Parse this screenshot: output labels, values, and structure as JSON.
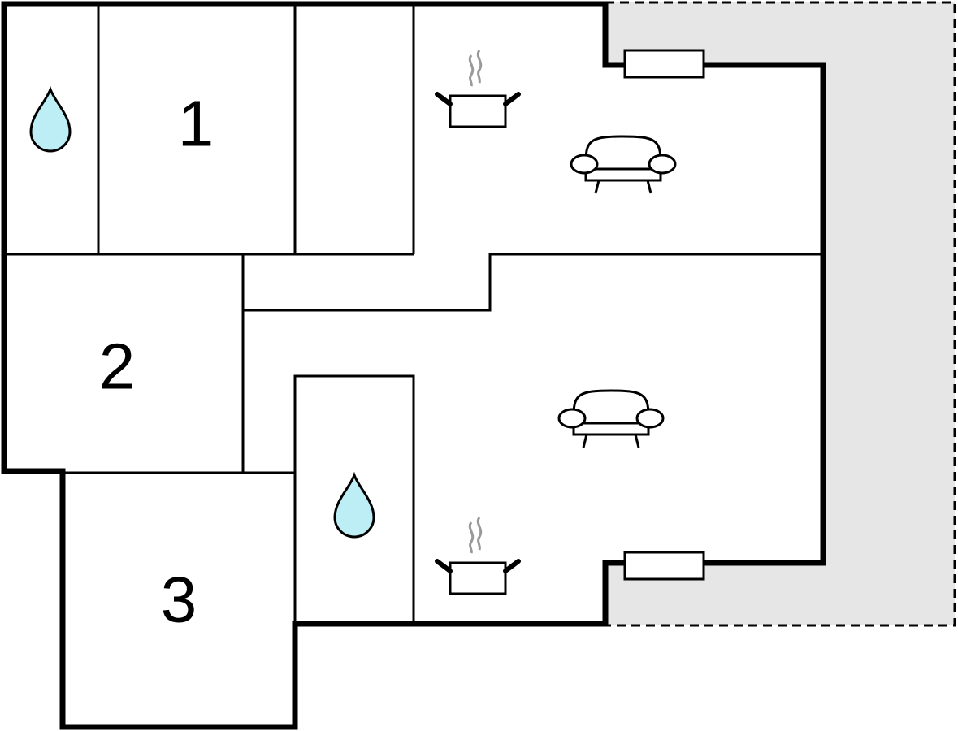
{
  "colors": {
    "wall": "#000000",
    "terrace_fill": "#e6e6e6",
    "water_fill": "#bdeef6",
    "steam": "#999999"
  },
  "areas": {
    "terrace": {
      "style": "dashed-outline"
    }
  },
  "rooms": {
    "bedroom_1": {
      "number": "1"
    },
    "bedroom_2": {
      "number": "2"
    },
    "bedroom_3": {
      "number": "3"
    }
  },
  "icons": {
    "bathroom_upper": "water-drop-icon",
    "bathroom_lower": "water-drop-icon",
    "kitchen_upper": "cooking-pot-icon",
    "kitchen_lower": "cooking-pot-icon",
    "living_upper": "sofa-icon",
    "living_lower": "sofa-icon",
    "window_upper": "window-icon",
    "window_lower": "window-icon"
  }
}
